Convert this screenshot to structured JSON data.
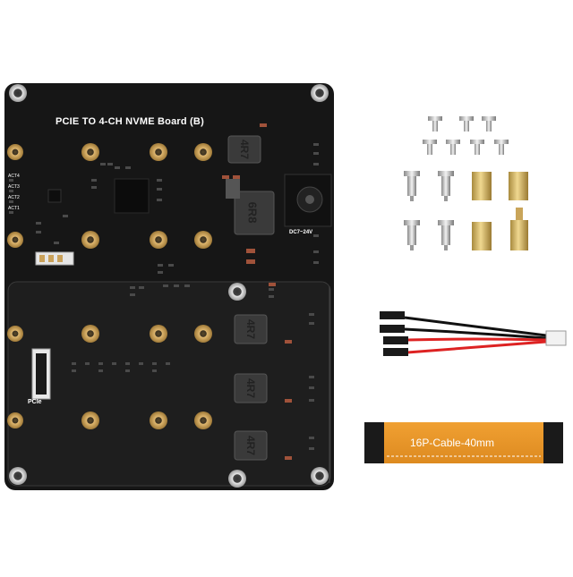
{
  "board": {
    "title": "PCIE TO 4-CH NVME Board (B)",
    "power_label": "DC7~24V",
    "pcie_label": "PCIe",
    "act_labels": [
      "ACT4",
      "ACT3",
      "ACT2",
      "ACT1"
    ],
    "inductor_top": "6R8",
    "inductor_small": [
      "4R7",
      "4R7",
      "4R7",
      "4R7"
    ]
  },
  "accessories": {
    "ffc_cable_label": "16P-Cable-40mm"
  },
  "colors": {
    "pcb": "#1a1a1a",
    "gold_pad": "#c9a15a",
    "brass": "#d4b267",
    "cable_orange": "#e8962a"
  }
}
